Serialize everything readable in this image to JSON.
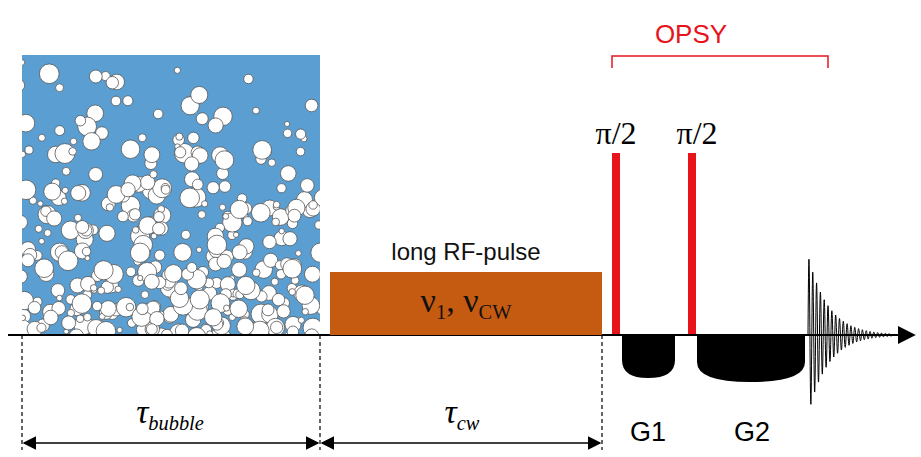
{
  "diagram": {
    "nodes": [
      {
        "text": [
          "long RF-pulse",
          "ν1, νCW"
        ]
      }
    ],
    "edges": [],
    "labels": [
      "OPSY",
      "π/2",
      "π/2",
      "τbubble",
      "τcw",
      "G1",
      "G2"
    ]
  }
}
